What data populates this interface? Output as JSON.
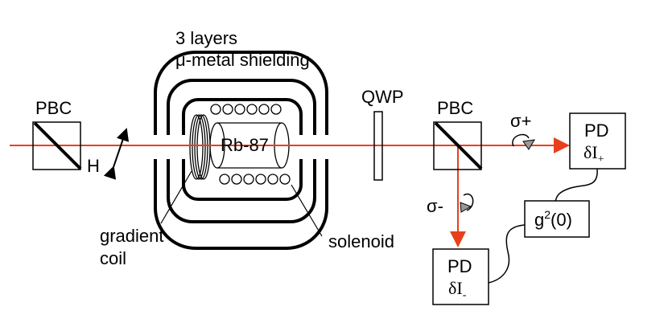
{
  "labels": {
    "shield_line1": "3 layers",
    "shield_line2": "μ-metal shielding",
    "pbc_left": "PBC",
    "h_pol": "H",
    "cell": "Rb-87",
    "qwp": "QWP",
    "pbc_right": "PBC",
    "sigma_plus": "σ+",
    "sigma_minus": "σ-",
    "gradient_line1": "gradient",
    "gradient_line2": "coil",
    "solenoid": "solenoid",
    "pd_plus": "PD",
    "pd_plus_signal": "δI",
    "pd_plus_sub": "+",
    "pd_minus": "PD",
    "pd_minus_signal": "δI",
    "pd_minus_sub": "-",
    "correlator_base": "g",
    "correlator_sup": "2",
    "correlator_arg": "(0)"
  },
  "colors": {
    "beam": "#e8401c",
    "ink": "#000000",
    "arrow_fill": "#999999"
  }
}
